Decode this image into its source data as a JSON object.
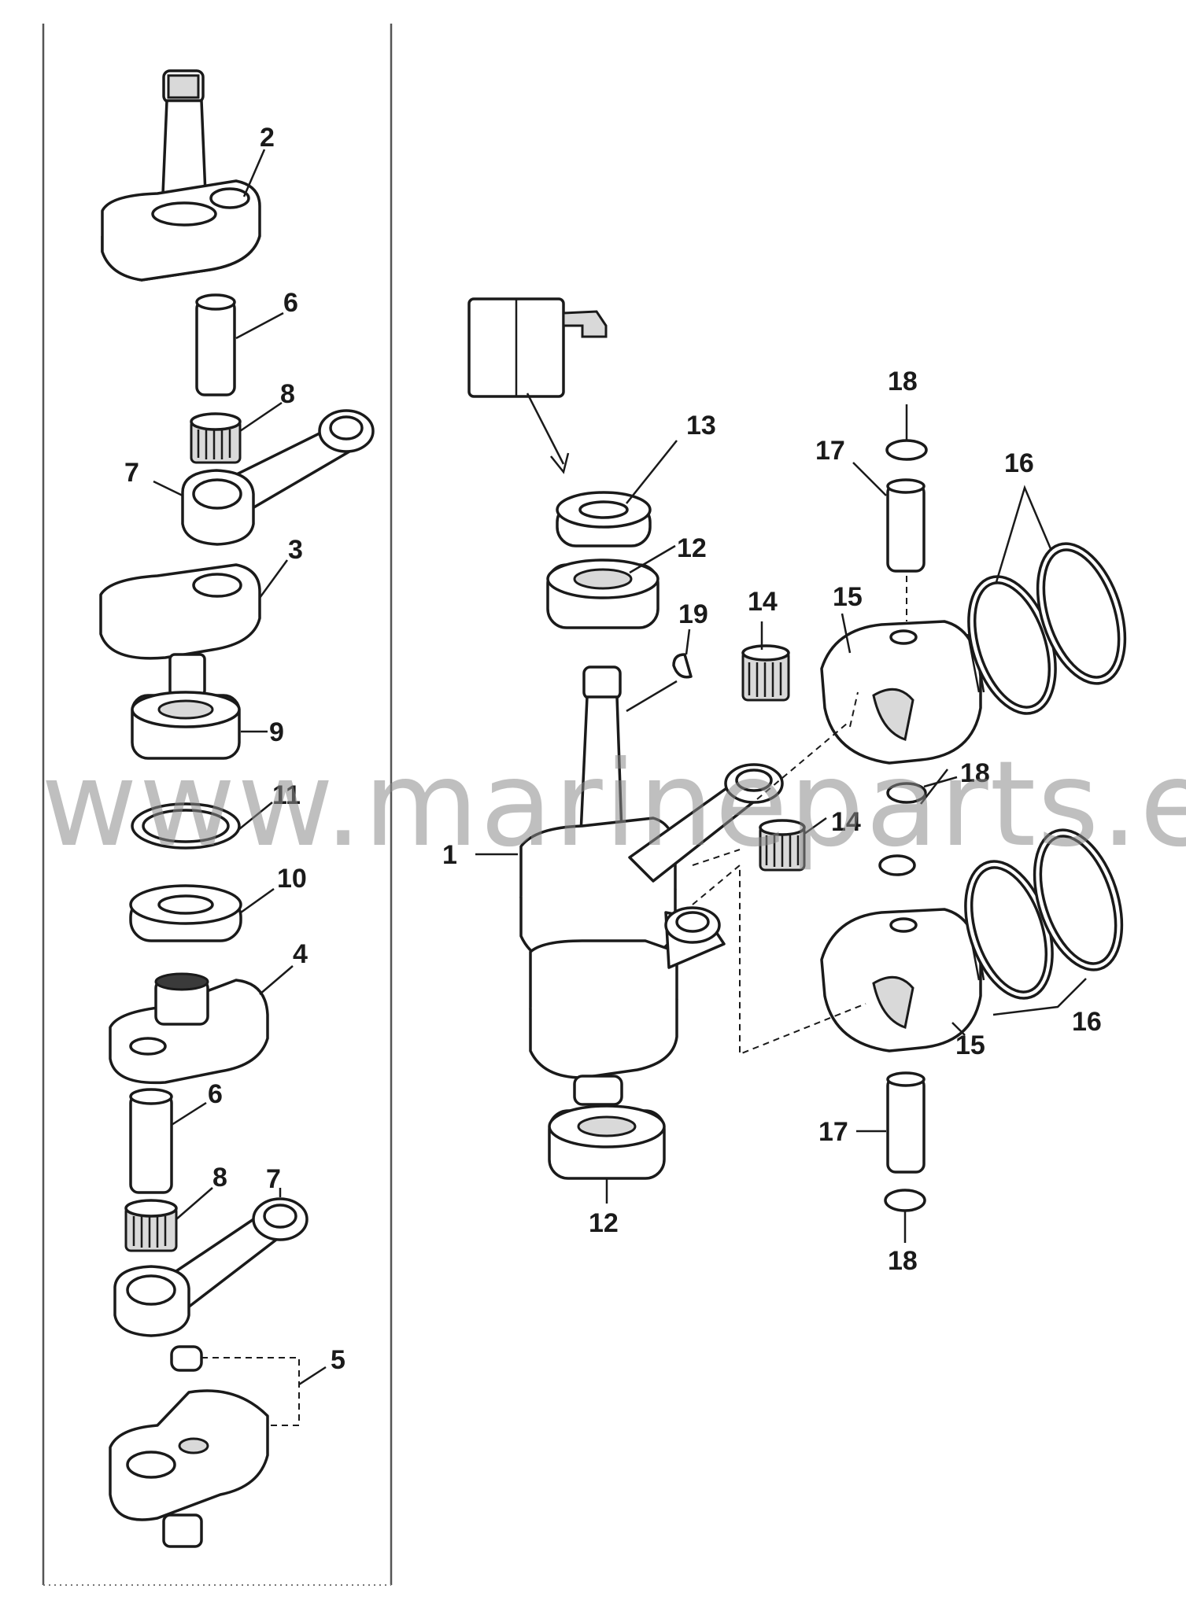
{
  "watermark": "www.marineparts.eu",
  "callouts": [
    {
      "id": "c2",
      "label": "2"
    },
    {
      "id": "c6a",
      "label": "6"
    },
    {
      "id": "c8a",
      "label": "8"
    },
    {
      "id": "c7a",
      "label": "7"
    },
    {
      "id": "c3",
      "label": "3"
    },
    {
      "id": "c9",
      "label": "9"
    },
    {
      "id": "c11",
      "label": "11"
    },
    {
      "id": "c10",
      "label": "10"
    },
    {
      "id": "c4",
      "label": "4"
    },
    {
      "id": "c6b",
      "label": "6"
    },
    {
      "id": "c7b",
      "label": "7"
    },
    {
      "id": "c8b",
      "label": "8"
    },
    {
      "id": "c5",
      "label": "5"
    },
    {
      "id": "c13",
      "label": "13"
    },
    {
      "id": "c12a",
      "label": "12"
    },
    {
      "id": "c19",
      "label": "19"
    },
    {
      "id": "c14a",
      "label": "14"
    },
    {
      "id": "c15a",
      "label": "15"
    },
    {
      "id": "c17a",
      "label": "17"
    },
    {
      "id": "c18a",
      "label": "18"
    },
    {
      "id": "c16a",
      "label": "16"
    },
    {
      "id": "c1",
      "label": "1"
    },
    {
      "id": "c18b",
      "label": "18"
    },
    {
      "id": "c14b",
      "label": "14"
    },
    {
      "id": "c15b",
      "label": "15"
    },
    {
      "id": "c16b",
      "label": "16"
    },
    {
      "id": "c12b",
      "label": "12"
    },
    {
      "id": "c17b",
      "label": "17"
    },
    {
      "id": "c18c",
      "label": "18"
    }
  ]
}
